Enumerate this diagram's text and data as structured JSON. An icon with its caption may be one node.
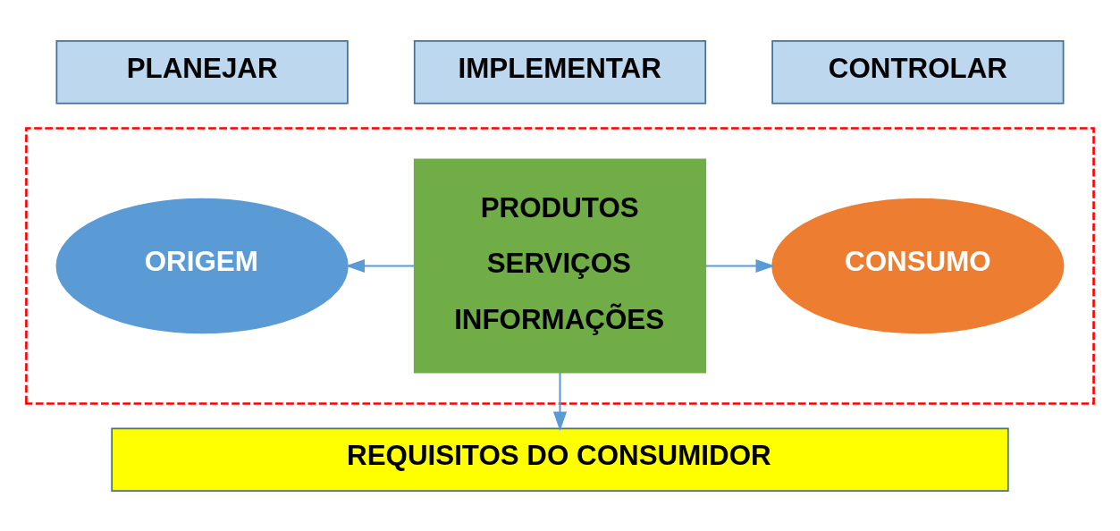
{
  "diagram": {
    "nodes": [
      {
        "text": [
          "PLANEJAR"
        ]
      },
      {
        "text": [
          "IMPLEMENTAR"
        ]
      },
      {
        "text": [
          "CONTROLAR"
        ]
      },
      {
        "text": [],
        "shape": "box"
      },
      {
        "text": [
          "ORIGEM"
        ],
        "in": 3
      },
      {
        "text": [
          "PRODUTOS",
          "SERVIÇOS",
          "INFORMAÇÕES"
        ],
        "in": 3
      },
      {
        "text": [
          "CONSUMO"
        ],
        "in": 3
      },
      {
        "text": [
          "REQUISITOS DO CONSUMIDOR"
        ]
      }
    ],
    "edges": [
      {
        "from": 5,
        "to": 4,
        "arrow": "to"
      },
      {
        "from": 5,
        "to": 6,
        "arrow": "to"
      },
      {
        "from": 5,
        "to": 7,
        "arrow": "to"
      }
    ]
  }
}
